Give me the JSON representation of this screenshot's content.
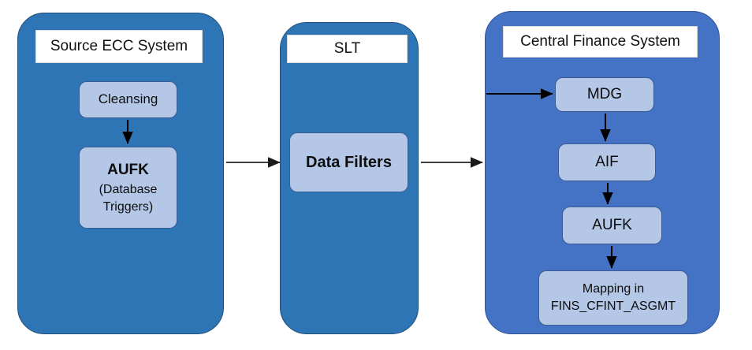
{
  "diagram": {
    "title_visible": false,
    "colors": {
      "source_panel": "#2E75B6",
      "slt_panel": "#2E75B6",
      "cfin_panel": "#4472C4",
      "node_fill": "#B4C7E7",
      "node_border": "#3B5C93",
      "header_fill": "#FFFFFF",
      "arrow": "#000000",
      "background": "#FFFFFF"
    },
    "panels": [
      {
        "id": "source-ecc",
        "header": "Source ECC System",
        "nodes": [
          {
            "id": "cleansing",
            "label": "Cleansing"
          },
          {
            "id": "aufk-source",
            "line1": "AUFK",
            "line2": "(Database",
            "line3": "Triggers)"
          }
        ]
      },
      {
        "id": "slt",
        "header": "SLT",
        "nodes": [
          {
            "id": "data-filters",
            "label": "Data Filters"
          }
        ]
      },
      {
        "id": "central-finance",
        "header": "Central Finance System",
        "nodes": [
          {
            "id": "mdg",
            "label": "MDG"
          },
          {
            "id": "aif",
            "label": "AIF"
          },
          {
            "id": "aufk-cfin",
            "label": "AUFK"
          },
          {
            "id": "mapping",
            "line1": "Mapping in",
            "line2": "FINS_CFINT_ASGMT"
          }
        ]
      }
    ],
    "connectors": [
      {
        "id": "cleansing-to-aufk",
        "from": "cleansing",
        "to": "aufk-source",
        "direction": "down"
      },
      {
        "id": "ecc-to-slt",
        "from": "source-ecc",
        "to": "slt",
        "direction": "right"
      },
      {
        "id": "slt-to-cfin",
        "from": "slt",
        "to": "central-finance",
        "direction": "right"
      },
      {
        "id": "cfin-in-to-mdg",
        "from": "central-finance-edge",
        "to": "mdg",
        "direction": "right"
      },
      {
        "id": "mdg-to-aif",
        "from": "mdg",
        "to": "aif",
        "direction": "down"
      },
      {
        "id": "aif-to-aufk",
        "from": "aif",
        "to": "aufk-cfin",
        "direction": "down"
      },
      {
        "id": "aufk-to-mapping",
        "from": "aufk-cfin",
        "to": "mapping",
        "direction": "down"
      }
    ]
  }
}
